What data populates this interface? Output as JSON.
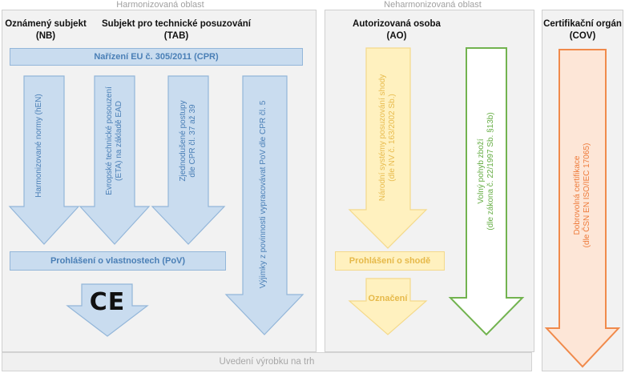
{
  "zones": {
    "harmonized": "Harmonizovaná oblast",
    "non_harmonized": "Neharmonizovaná oblast"
  },
  "headers": {
    "nb": {
      "line1": "Oznámený subjekt",
      "line2": "(NB)"
    },
    "tab": {
      "line1": "Subjekt pro technické posuzování",
      "line2": "(TAB)"
    },
    "ao": {
      "line1": "Autorizovaná osoba",
      "line2": "(AO)"
    },
    "cov": {
      "line1": "Certifikační orgán",
      "line2": "(COV)"
    }
  },
  "bars": {
    "cpr": "Nařízení EU č. 305/2011 (CPR)",
    "pov": "Prohlášení o vlastnostech (PoV)",
    "shoda": "Prohlášení o shodě",
    "oznaceni": "Označení",
    "market": "Uvedení výrobku na trh"
  },
  "arrows": {
    "hen": {
      "line1": "Harmonizované normy (hEN)"
    },
    "eta": {
      "line1": "Evropské technické posouzení",
      "line2": "(ETA)  na základě EAD"
    },
    "simplified": {
      "line1": "Zjednodušené postupy",
      "line2": "dle CPR čl. 37 až 39"
    },
    "exceptions": {
      "line1": "Výjimky z povinnosti vypracovávat PoV dle CPR čl. 5"
    },
    "national": {
      "line1": "Národní systémy posuzování shody",
      "line2": "(dle NV č. 163/2002 Sb.)"
    },
    "free": {
      "line1": "Volný pohyb zboží",
      "line2": "(dle zákona č. 22/1997 Sb. §13b)"
    },
    "voluntary": {
      "line1": "Dobrovolná certifikace",
      "line2": "(dle ČSN EN ISO/IEC 17065)"
    }
  },
  "ce_mark": "CE",
  "colors": {
    "blue_fill": "#c9dcef",
    "blue_stroke": "#93b6d9",
    "yellow_fill": "#fff1bf",
    "yellow_stroke": "#f4d98a",
    "green_stroke": "#72b34f",
    "orange_stroke": "#f08a4b",
    "orange_fill": "#fde6d7"
  }
}
